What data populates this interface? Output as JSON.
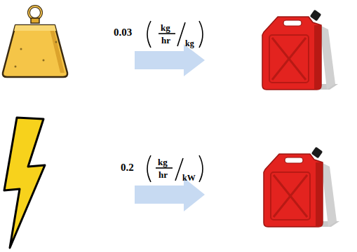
{
  "diagram": {
    "labels": [
      "0.03",
      "kg",
      "hr",
      "kg",
      "0.2",
      "kg",
      "hr",
      "kW"
    ]
  }
}
